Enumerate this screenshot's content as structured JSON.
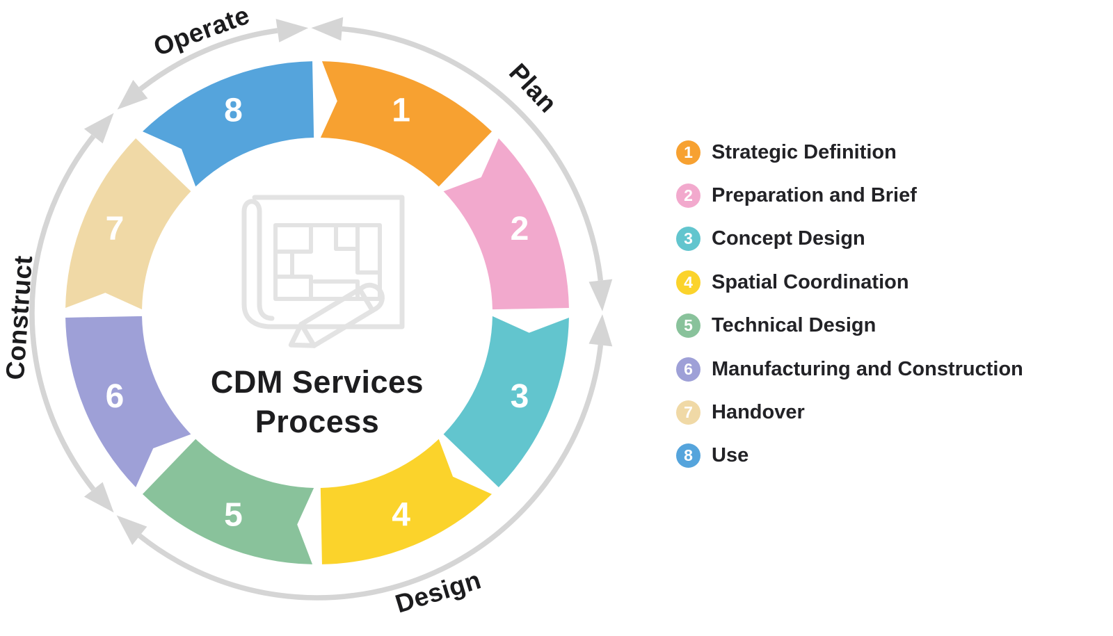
{
  "diagram": {
    "title_lines": [
      "CDM Services",
      "Process"
    ],
    "stages": [
      {
        "number": "1",
        "label": "Strategic Definition",
        "color": "#F7A131",
        "start": 0,
        "end": 45
      },
      {
        "number": "2",
        "label": "Preparation and Brief",
        "color": "#F2A9CD",
        "start": 45,
        "end": 90
      },
      {
        "number": "3",
        "label": "Concept Design",
        "color": "#62C5CE",
        "start": 90,
        "end": 135
      },
      {
        "number": "4",
        "label": "Spatial Coordination",
        "color": "#FBD32B",
        "start": 135,
        "end": 180
      },
      {
        "number": "5",
        "label": "Technical Design",
        "color": "#89C29B",
        "start": 180,
        "end": 225
      },
      {
        "number": "6",
        "label": "Manufacturing and Construction",
        "color": "#9EA0D7",
        "start": 225,
        "end": 270
      },
      {
        "number": "7",
        "label": "Handover",
        "color": "#F0D9A6",
        "start": 270,
        "end": 315
      },
      {
        "number": "8",
        "label": "Use",
        "color": "#55A4DC",
        "start": 315,
        "end": 360
      }
    ],
    "phases": [
      {
        "label": "Plan",
        "start": 5,
        "end": 83.5
      },
      {
        "label": "Design",
        "start": 96.5,
        "end": 218.5
      },
      {
        "label": "Construct",
        "start": 231.7,
        "end": 308.3
      },
      {
        "label": "Operate",
        "start": 321.7,
        "end": 352
      }
    ],
    "style": {
      "arrow_color": "#D5D5D5",
      "icon_color": "#E3E3E3",
      "number_text_color": "#FFFFFF",
      "label_text_color": "#1C1C1E"
    }
  }
}
